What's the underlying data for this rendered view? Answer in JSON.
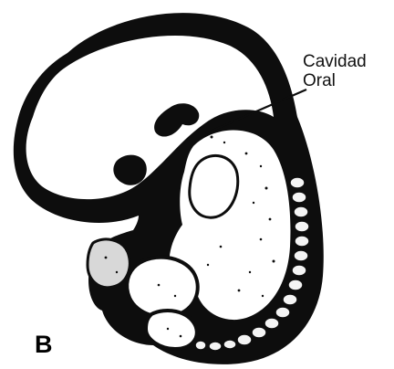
{
  "figure": {
    "label_line_1": "Cavidad",
    "label_line_2": "Oral",
    "panel_letter": "B"
  },
  "colors": {
    "ink": "#0d0d0d",
    "paper": "#ffffff"
  }
}
